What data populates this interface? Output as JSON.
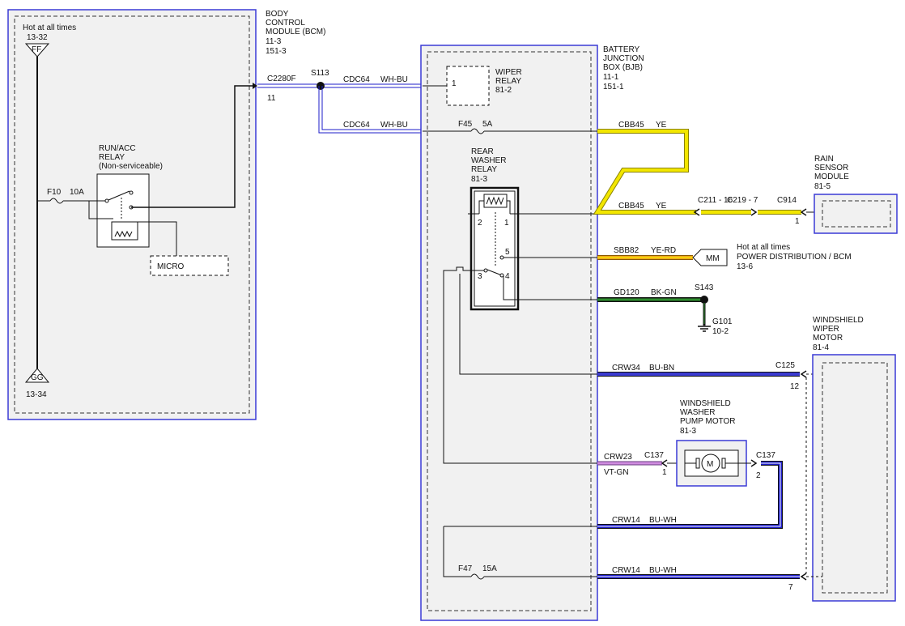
{
  "colors": {
    "module_fill": "#f1f1f1",
    "module_border": "#3a3ad6",
    "wire_black": "#111111",
    "wire_yellow": "#f2e600",
    "wire_blue": "#1c1cc8",
    "wire_bluebrown": "#3b3bd0",
    "wire_green": "#2f8f2f",
    "wire_orange": "#f0a020",
    "wire_violet": "#d08ce0",
    "wire_white_blue": "#ffffff"
  },
  "bcm": {
    "hot_label": "Hot at all times",
    "hot_ref": "13-32",
    "ff": "FF",
    "gg": "GG",
    "gg_ref": "13-34",
    "title_line1": "BODY",
    "title_line2": "CONTROL",
    "title_line3": "MODULE (BCM)",
    "ref1": "11-3",
    "ref2": "151-3",
    "fuse": "F10",
    "fuse_rating": "10A",
    "relay_line1": "RUN/ACC",
    "relay_line2": "RELAY",
    "relay_line3": "(Non-serviceable)",
    "micro": "MICRO",
    "connector": "C2280F",
    "pin": "11"
  },
  "splice_s113": "S113",
  "wire_cdc64_top": "CDC64",
  "wire_cdc64_top_color": "WH-BU",
  "wire_cdc64_bottom": "CDC64",
  "wire_cdc64_bottom_color": "WH-BU",
  "bjb": {
    "title_line1": "BATTERY",
    "title_line2": "JUNCTION",
    "title_line3": "BOX (BJB)",
    "ref1": "11-1",
    "ref2": "151-1",
    "wiper_relay_line1": "WIPER",
    "wiper_relay_line2": "RELAY",
    "wiper_relay_ref": "81-2",
    "wiper_relay_pin": "1",
    "fuse_f45": "F45",
    "fuse_f45_rating": "5A",
    "rear_relay_line1": "REAR",
    "rear_relay_line2": "WASHER",
    "rear_relay_line3": "RELAY",
    "rear_relay_ref": "81-3",
    "pin1": "1",
    "pin2": "2",
    "pin3": "3",
    "pin4": "4",
    "pin5": "5",
    "fuse_f47": "F47",
    "fuse_f47_rating": "15A"
  },
  "wires": {
    "cbb45_top": "CBB45",
    "cbb45_top_color": "YE",
    "cbb45_mid": "CBB45",
    "cbb45_mid_color": "YE",
    "c211": "C211 - 16",
    "c219": "C219 - 7",
    "c914": "C914",
    "c914_pin": "1",
    "sbb82": "SBB82",
    "sbb82_color": "YE-RD",
    "gd120": "GD120",
    "gd120_color": "BK-GN",
    "s143": "S143",
    "g101": "G101",
    "g101_ref": "10-2",
    "crw34": "CRW34",
    "crw34_color": "BU-BN",
    "c125": "C125",
    "c125_pin": "12",
    "crw23": "CRW23",
    "crw23_color": "VT-GN",
    "c137_left": "C137",
    "c137_left_pin": "1",
    "c137_right": "C137",
    "c137_right_pin": "2",
    "crw14_upper": "CRW14",
    "crw14_upper_color": "BU-WH",
    "crw14_lower": "CRW14",
    "crw14_lower_color": "BU-WH",
    "pin7": "7"
  },
  "rain_sensor": {
    "line1": "RAIN",
    "line2": "SENSOR",
    "line3": "MODULE",
    "ref": "81-5"
  },
  "power_dist": {
    "mm": "MM",
    "line1": "Hot at all times",
    "line2": "POWER DISTRIBUTION / BCM",
    "ref": "13-6"
  },
  "wiper_motor": {
    "line1": "WINDSHIELD",
    "line2": "WIPER",
    "line3": "MOTOR",
    "ref": "81-4"
  },
  "washer_pump": {
    "line1": "WINDSHIELD",
    "line2": "WASHER",
    "line3": "PUMP MOTOR",
    "ref": "81-3",
    "motor": "M"
  }
}
